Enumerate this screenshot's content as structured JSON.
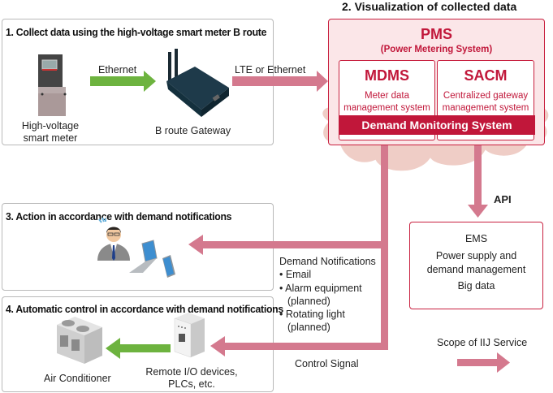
{
  "colors": {
    "accent_red": "#c1173a",
    "pms_bg": "#fbe6e8",
    "cloud_bg": "#efcdc6",
    "pink_arrow": "#d4798e",
    "green_arrow": "#6db33f",
    "panel_border": "#b9b9b9"
  },
  "section1": {
    "title": "1. Collect data using the high-voltage smart meter B route",
    "meter_label_line1": "High-voltage",
    "meter_label_line2": "smart meter",
    "ethernet_label": "Ethernet",
    "gateway_label": "B route Gateway",
    "uplink_label": "LTE or Ethernet",
    "icons": [
      "smart-meter-icon",
      "gateway-router-icon"
    ]
  },
  "section2": {
    "title": "2. Visualization of collected data",
    "pms": {
      "title": "PMS",
      "subtitle": "(Power Metering System)"
    },
    "mdms": {
      "name": "MDMS",
      "desc_line1": "Meter data",
      "desc_line2": "management system"
    },
    "sacm": {
      "name": "SACM",
      "desc_line1": "Centralized gateway",
      "desc_line2": "management system"
    },
    "dms_label": "Demand Monitoring System",
    "api_label": "API"
  },
  "section3": {
    "title": "3. Action in accordance with demand notifications",
    "icons": [
      "operator-person-icon",
      "laptop-icon",
      "tablet-icon"
    ]
  },
  "notifications": {
    "heading": "Demand Notifications",
    "items": [
      {
        "bullet": "• Email",
        "note": ""
      },
      {
        "bullet": "• Alarm equipment",
        "note": "(planned)"
      },
      {
        "bullet": "• Rotating light",
        "note": "(planned)"
      }
    ],
    "control_signal_label": "Control Signal"
  },
  "section4": {
    "title": "4. Automatic control in accordance with demand notifications",
    "ac_label": "Air Conditioner",
    "remote_label_line1": "Remote I/O devices,",
    "remote_label_line2": "PLCs, etc.",
    "icons": [
      "air-conditioner-icon",
      "remote-io-plc-icon"
    ]
  },
  "ems": {
    "title": "EMS",
    "line1": "Power supply and",
    "line2": "demand management",
    "line3": "Big data"
  },
  "legend": {
    "scope_label": "Scope of IIJ Service"
  }
}
